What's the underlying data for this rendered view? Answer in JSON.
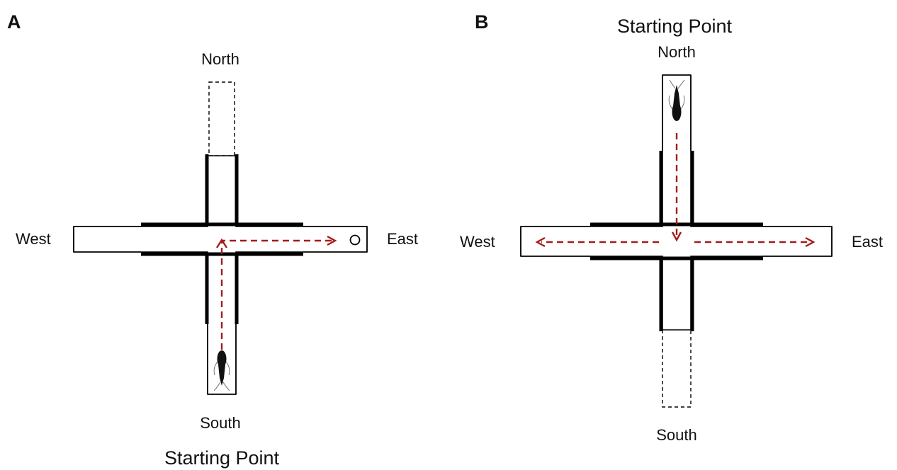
{
  "panels": {
    "a": {
      "letter": "A",
      "north_label": "North",
      "south_label": "South",
      "west_label": "West",
      "east_label": "East",
      "start_label": "Starting Point"
    },
    "b": {
      "letter": "B",
      "north_label": "North",
      "south_label": "South",
      "west_label": "West",
      "east_label": "East",
      "start_label": "Starting Point"
    }
  },
  "colors": {
    "route_arrow": "#a31c1c",
    "walls": "#000000",
    "subject": "#111111"
  }
}
